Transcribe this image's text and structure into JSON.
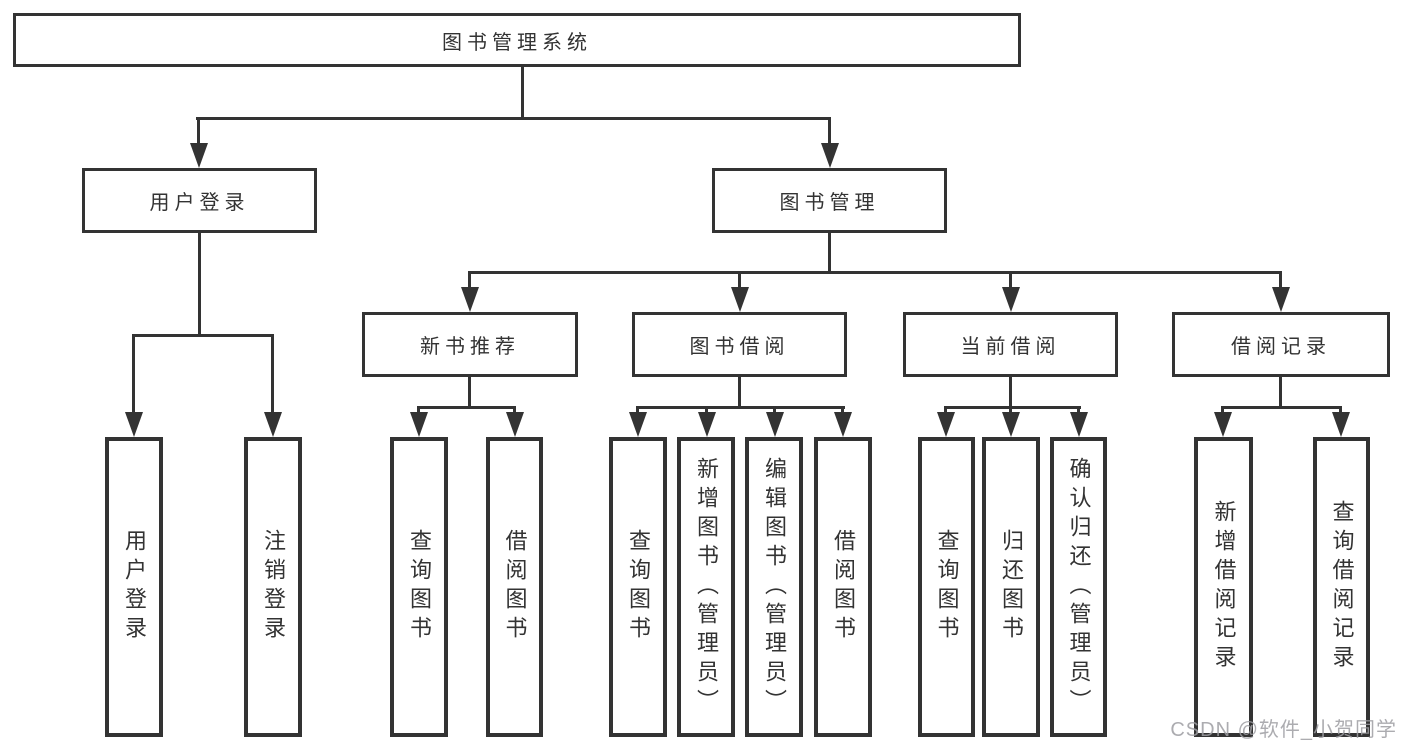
{
  "tree": {
    "root": {
      "label": "图书管理系统"
    },
    "children": [
      {
        "label": "用户登录",
        "children": [
          {
            "label": "用户登录"
          },
          {
            "label": "注销登录"
          }
        ]
      },
      {
        "label": "图书管理",
        "children": [
          {
            "label": "新书推荐",
            "children": [
              {
                "label": "查询图书"
              },
              {
                "label": "借阅图书"
              }
            ]
          },
          {
            "label": "图书借阅",
            "children": [
              {
                "label": "查询图书"
              },
              {
                "label": "新增图书（管理员）"
              },
              {
                "label": "编辑图书（管理员）"
              },
              {
                "label": "借阅图书"
              }
            ]
          },
          {
            "label": "当前借阅",
            "children": [
              {
                "label": "查询图书"
              },
              {
                "label": "归还图书"
              },
              {
                "label": "确认归还（管理员）"
              }
            ]
          },
          {
            "label": "借阅记录",
            "children": [
              {
                "label": "新增借阅记录"
              },
              {
                "label": "查询借阅记录"
              }
            ]
          }
        ]
      }
    ]
  },
  "watermark": {
    "text": "CSDN @软件_小贺同学"
  },
  "colors": {
    "line": "#333333",
    "box_border": "#333333",
    "box_fill": "#ffffff",
    "text": "#333333",
    "watermark": "#9e9ea3"
  }
}
